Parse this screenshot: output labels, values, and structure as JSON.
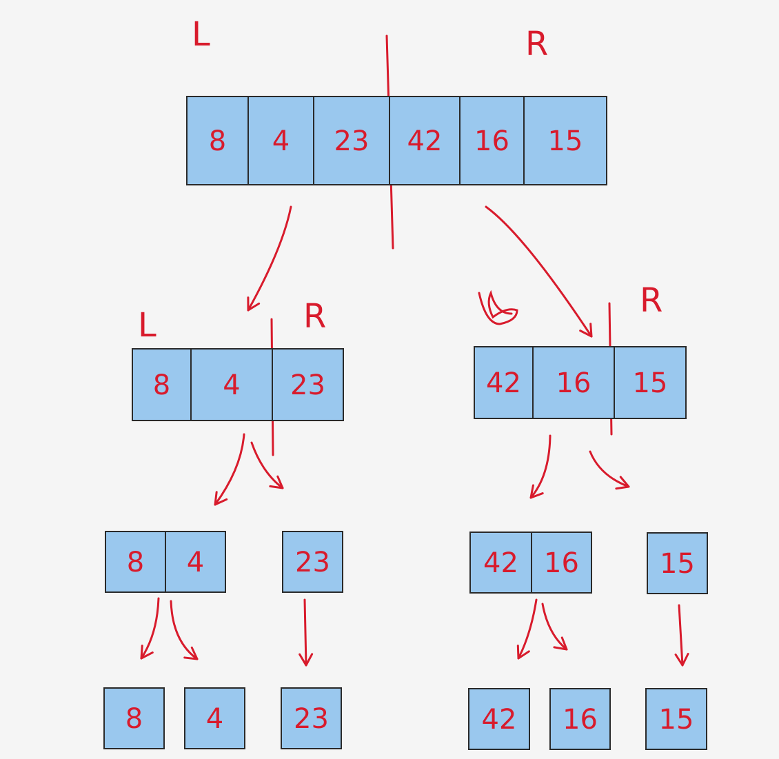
{
  "colors": {
    "background": "#f5f5f5",
    "cell_fill": "#9ac8ee",
    "cell_border": "#2a2a2a",
    "ink": "#d81b2c"
  },
  "top_labels": {
    "left": "L",
    "right": "R"
  },
  "level1": {
    "left_labels": {
      "left": "L",
      "right": "R"
    },
    "right_labels": {
      "right": "R"
    }
  },
  "arrays": {
    "root": [
      "8",
      "4",
      "23",
      "42",
      "16",
      "15"
    ],
    "left": [
      "8",
      "4",
      "23"
    ],
    "right": [
      "42",
      "16",
      "15"
    ],
    "left_left": [
      "8",
      "4"
    ],
    "left_right": [
      "23"
    ],
    "right_left": [
      "42",
      "16"
    ],
    "right_right": [
      "15"
    ],
    "leaf_8": [
      "8"
    ],
    "leaf_4": [
      "4"
    ],
    "leaf_23": [
      "23"
    ],
    "leaf_42": [
      "42"
    ],
    "leaf_16": [
      "16"
    ],
    "leaf_15": [
      "15"
    ]
  }
}
